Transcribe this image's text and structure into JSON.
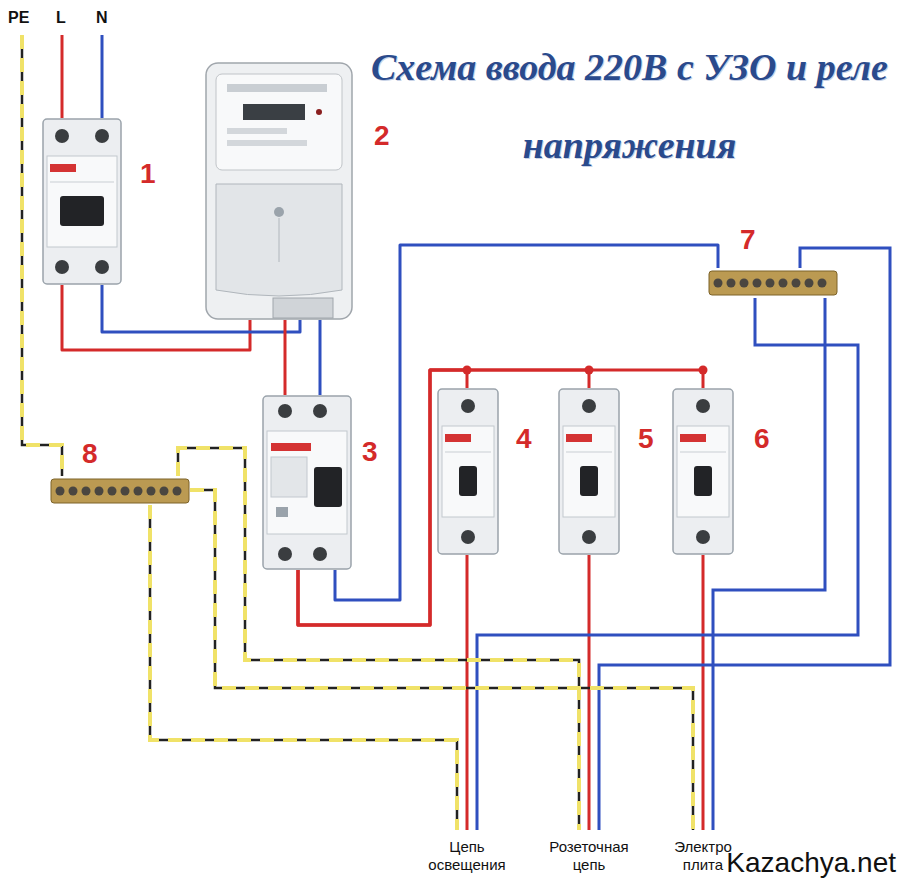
{
  "diagram": {
    "title": "Схема ввода 220В с УЗО и реле напряжения",
    "nodes": [
      {
        "text": [
          "1"
        ]
      },
      {
        "text": [
          "2"
        ]
      },
      {
        "text": [
          "3"
        ]
      },
      {
        "text": [
          "4"
        ]
      },
      {
        "text": [
          "5"
        ]
      },
      {
        "text": [
          "6"
        ]
      },
      {
        "text": [
          "7"
        ]
      },
      {
        "text": [
          "8"
        ]
      }
    ],
    "edges": [
      {
        "from": 0,
        "to": 1,
        "arrow": "none"
      },
      {
        "from": 0,
        "to": 1,
        "arrow": "none"
      },
      {
        "from": 1,
        "to": 2,
        "arrow": "none"
      },
      {
        "from": 1,
        "to": 2,
        "arrow": "none"
      },
      {
        "from": 2,
        "to": 3,
        "arrow": "none"
      },
      {
        "from": 2,
        "to": 4,
        "arrow": "none"
      },
      {
        "from": 2,
        "to": 5,
        "arrow": "none"
      },
      {
        "from": 2,
        "to": 6,
        "arrow": "none"
      }
    ],
    "labels": [
      "PE",
      "L",
      "N",
      "Цепь освещения",
      "Розеточная цепь",
      "Электро плита",
      "Kazachya.net"
    ]
  }
}
